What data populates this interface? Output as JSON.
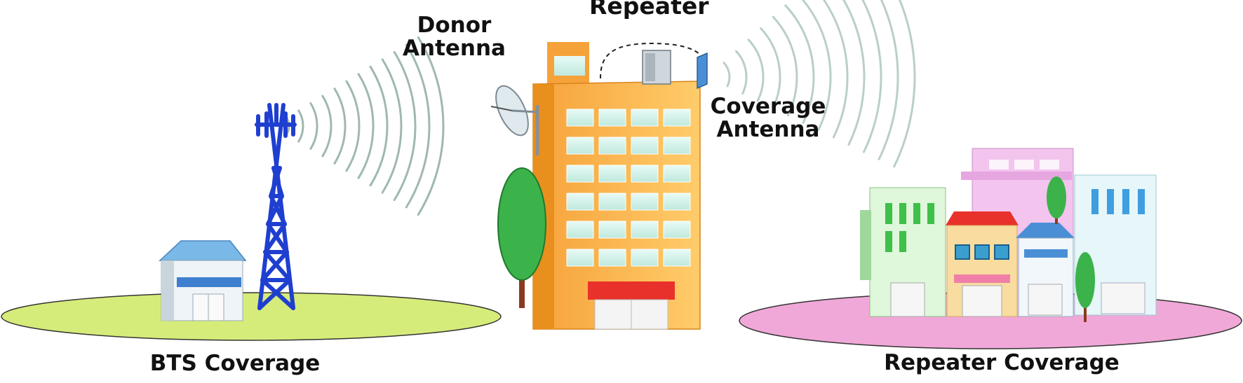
{
  "labels": {
    "repeater": "Repeater",
    "donor_antenna": [
      "Donor",
      "Antenna"
    ],
    "coverage_antenna": [
      "Coverage",
      "Antenna"
    ],
    "bts_coverage": "BTS Coverage",
    "repeater_coverage": "Repeater Coverage"
  },
  "colors": {
    "bts_ground": "#d6ec7a",
    "repeater_ground": "#f0a8d8",
    "tower": "#1f3fd0",
    "building": "#f7a430",
    "signal_wave": "#9fb8b0"
  },
  "icons": [
    "bts-tower-icon",
    "donor-antenna-icon",
    "repeater-unit-icon",
    "coverage-antenna-icon",
    "tree-icon",
    "building-icon"
  ]
}
